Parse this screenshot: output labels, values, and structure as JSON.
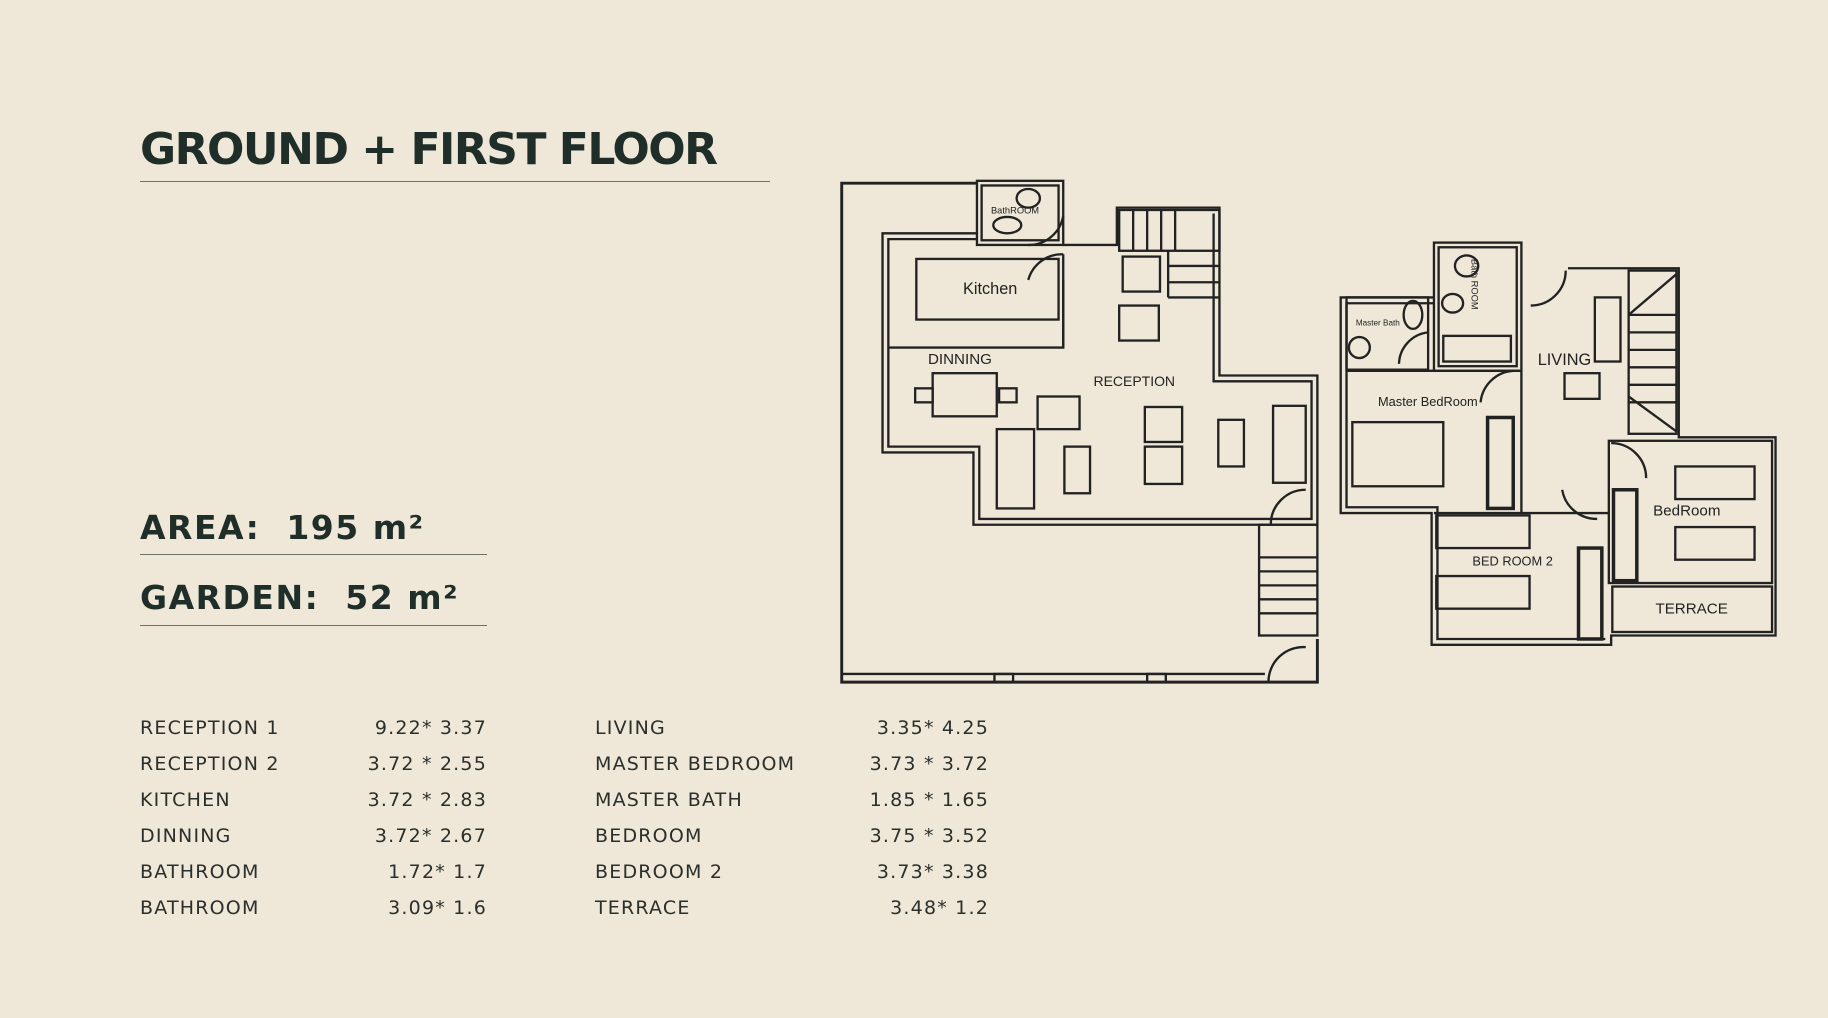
{
  "title": "GROUND + FIRST FLOOR",
  "area": {
    "label": "AREA:",
    "value": "195 m²"
  },
  "garden": {
    "label": "GARDEN:",
    "value": "52 m²"
  },
  "rooms_left": [
    {
      "name": "RECEPTION  1",
      "size": "9.22* 3.37"
    },
    {
      "name": "RECEPTION  2",
      "size": "3.72 * 2.55"
    },
    {
      "name": "KITCHEN",
      "size": "3.72 * 2.83"
    },
    {
      "name": "DINNING",
      "size": "3.72* 2.67"
    },
    {
      "name": "BATHROOM",
      "size": "1.72* 1.7"
    },
    {
      "name": "BATHROOM",
      "size": "3.09* 1.6"
    }
  ],
  "rooms_right": [
    {
      "name": "LIVING",
      "size": "3.35* 4.25"
    },
    {
      "name": "MASTER BEDROOM",
      "size": "3.73 * 3.72"
    },
    {
      "name": "MASTER BATH",
      "size": "1.85 * 1.65"
    },
    {
      "name": "BEDROOM",
      "size": "3.75 * 3.52"
    },
    {
      "name": "BEDROOM 2",
      "size": "3.73* 3.38"
    },
    {
      "name": "TERRACE",
      "size": "3.48* 1.2"
    }
  ],
  "plan_labels": {
    "bathroom": "BathROOM",
    "kitchen": "Kitchen",
    "dinning": "DINNING",
    "reception": "RECEPTION",
    "master_bath": "Master Bath",
    "bath_room": "Bath ROOM",
    "living": "LIVING",
    "master_bedroom": "Master BedRoom",
    "bedroom": "BedRoom",
    "bed_room_2": "BED ROOM 2",
    "terrace": "TERRACE"
  }
}
